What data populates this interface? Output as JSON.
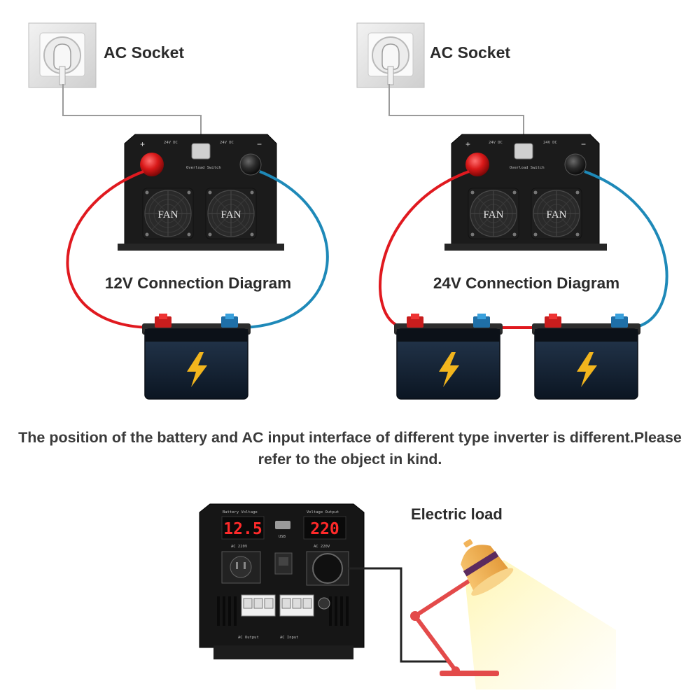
{
  "diagrams": [
    {
      "socket_label": "AC Socket",
      "title": "12V Connection Diagram"
    },
    {
      "socket_label": "AC Socket",
      "title": "24V Connection Diagram"
    }
  ],
  "inverter_small": {
    "fan_label": "FAN",
    "dc_left": "24V DC",
    "dc_right": "24V DC",
    "plus_sign": "+",
    "minus_sign": "−",
    "switch_label": "Overload Switch"
  },
  "note": "The position of the battery and AC input interface of different type inverter is different.Please refer to the object in kind.",
  "load_label": "Electric load",
  "inverter_large": {
    "battery_display": "12.5",
    "voltage_display": "220",
    "battery_caption": "Battery Voltage",
    "voltage_caption": "Voltage Output",
    "usb_caption": "USB",
    "ac_in_caption": "AC 220V",
    "ac_out_caption": "AC 220V",
    "ac_output_label": "AC Output",
    "ac_input_label": "AC Input",
    "colors": {
      "positive_wire": "#e0191f",
      "negative_wire": "#1e89b8",
      "display_red": "#ff2a2a",
      "lamp_shade": "#f2b45a",
      "lamp_arm": "#e34a4a"
    }
  }
}
